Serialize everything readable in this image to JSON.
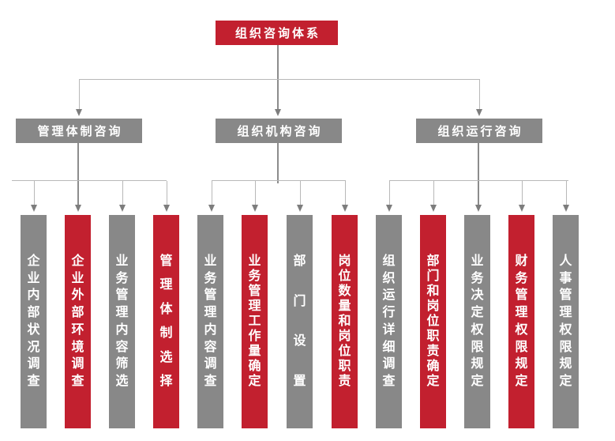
{
  "colors": {
    "red": "#C2202F",
    "gray": "#888888",
    "connector_light": "#B8B8B8",
    "connector_dark": "#8C8C8C",
    "label_text": "#FFFFFF"
  },
  "root": {
    "label": "组织咨询体系",
    "color": "red"
  },
  "branches": [
    {
      "label": "管理体制咨询",
      "color": "gray",
      "children": [
        {
          "label": "企业内部状况调查",
          "color": "gray"
        },
        {
          "label": "企业外部环境调查",
          "color": "red"
        },
        {
          "label": "业务管理内容筛选",
          "color": "gray"
        },
        {
          "label": "管理体制选择",
          "color": "red"
        }
      ]
    },
    {
      "label": "组织机构咨询",
      "color": "gray",
      "children": [
        {
          "label": "业务管理内容调查",
          "color": "gray"
        },
        {
          "label": "业务管理工作量确定",
          "color": "red"
        },
        {
          "label": "部门设置",
          "color": "gray"
        },
        {
          "label": "岗位数量和岗位职责",
          "color": "red"
        }
      ]
    },
    {
      "label": "组织运行咨询",
      "color": "gray",
      "children": [
        {
          "label": "组织运行详细调查",
          "color": "gray"
        },
        {
          "label": "部门和岗位职责确定",
          "color": "red"
        },
        {
          "label": "业务决定权限规定",
          "color": "gray"
        },
        {
          "label": "财务管理权限规定",
          "color": "red"
        },
        {
          "label": "人事管理权限规定",
          "color": "gray"
        }
      ]
    }
  ]
}
